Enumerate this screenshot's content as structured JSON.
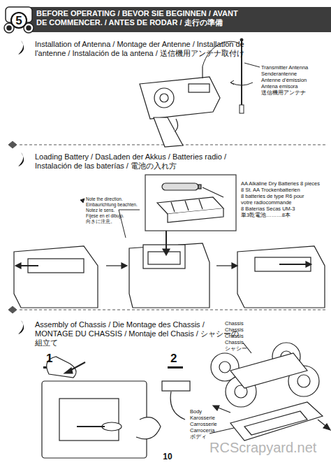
{
  "diagram": {
    "title": "BEFORE OPERATING / BEVOR SIE BEGINNEN / AVANT DE COMMENCER. / ANTES DE RODAR / 走行の準備",
    "nodes": [
      {
        "text": [
          "5"
        ]
      }
    ],
    "labels": [
      "Installation of Antenna / Montage der Antenne / Installation de l'antenne / Instalación de la antena / 送信機用アンテナ取付け",
      "Transmitter Antenna",
      "Senderantenne",
      "Antenne d'émission",
      "Antena emisora",
      "送信機用アンテナ",
      "Loading Battery / DasLaden der Akkus / Batteries radio / Instalación de las baterías / 電池の入れ方",
      "Note the direction.",
      "Einbaurichtung beachten.",
      "Notez le sens.",
      "Fíjese en el dibujo.",
      "向きに注意。",
      "AA Alkaline Dry Batteries 8 pieces",
      "8 St. AA Trockenbatterien",
      "8 batteries de type R6 pour votre radiocommande",
      "8 Baterías Secas UM-3",
      "単3乾電池………8本",
      "Assembly of Chassis / Die Montage des Chassis / MONTAGE DU CHASSIS / Montaje del Chasis / シャシーの組立て",
      "1",
      "2",
      "Chassis",
      "Chassis",
      "Chassis",
      "Chassis",
      "シャシー",
      "Body",
      "Karosserie",
      "Carrosserie",
      "Carrocería",
      "ボディ",
      "RCScrapyard.net",
      "10"
    ]
  }
}
